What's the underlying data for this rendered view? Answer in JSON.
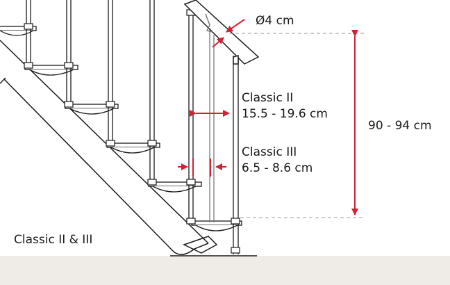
{
  "dimensions": {
    "handrail_diameter": "Ø4 cm",
    "handrail_height": "90 - 94 cm",
    "classic2_label": "Classic II",
    "classic2_range": "15.5 - 19.6 cm",
    "classic3_label": "Classic III",
    "classic3_range": "6.5 - 8.6 cm"
  },
  "model_label": "Classic II & III",
  "colors": {
    "line": "#1a1a1a",
    "accent": "#d42035",
    "guide": "#9a9a9a",
    "floor": "#efebe7"
  }
}
